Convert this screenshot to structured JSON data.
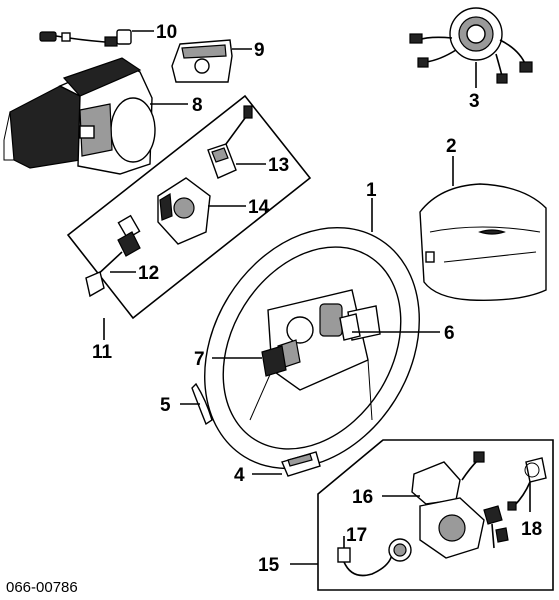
{
  "diagram_code": "066-00786",
  "callouts": {
    "c1": "1",
    "c2": "2",
    "c3": "3",
    "c4": "4",
    "c5": "5",
    "c6": "6",
    "c7": "7",
    "c8": "8",
    "c9": "9",
    "c10": "10",
    "c11": "11",
    "c12": "12",
    "c13": "13",
    "c14": "14",
    "c15": "15",
    "c16": "16",
    "c17": "17",
    "c18": "18"
  }
}
